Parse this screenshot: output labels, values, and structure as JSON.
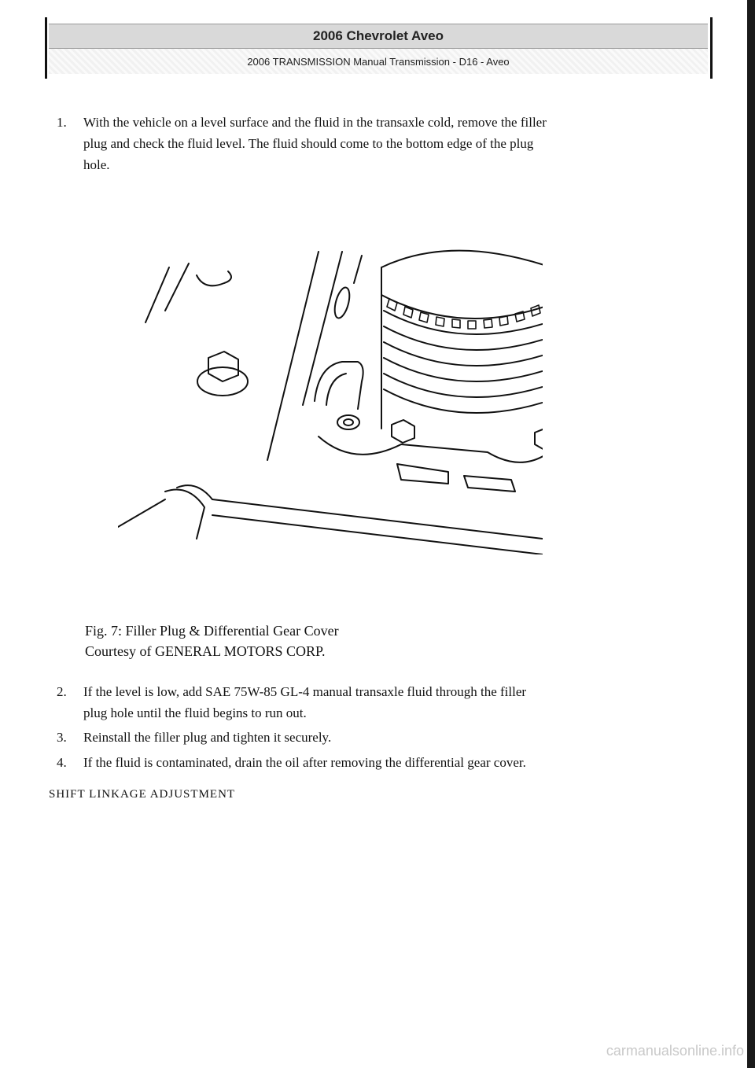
{
  "header": {
    "title": "2006 Chevrolet Aveo",
    "subtitle": "2006 TRANSMISSION Manual Transmission - D16 - Aveo"
  },
  "steps": [
    {
      "num": "1.",
      "text_line1": "With the vehicle on a level surface and the fluid in the transaxle cold, remove the filler",
      "text_line2": "plug and check the fluid level. The fluid should come to the bottom edge of the plug",
      "text_line3": "hole."
    },
    {
      "num": "2.",
      "text_line1": "If the level is low, add SAE 75W-85 GL-4 manual transaxle fluid through the filler",
      "text_line2": "plug hole until the fluid begins to run out."
    },
    {
      "num": "3.",
      "text_line1": "Reinstall the filler plug and tighten it securely."
    },
    {
      "num": "4.",
      "text_line1": "If the fluid is contaminated, drain the oil after removing the differential gear cover."
    }
  ],
  "figure": {
    "caption": "Fig. 7: Filler Plug & Differential Gear Cover",
    "credit": "Courtesy of GENERAL MOTORS CORP."
  },
  "section_heading": "SHIFT LINKAGE ADJUSTMENT",
  "watermark": "carmanualsonline.info"
}
